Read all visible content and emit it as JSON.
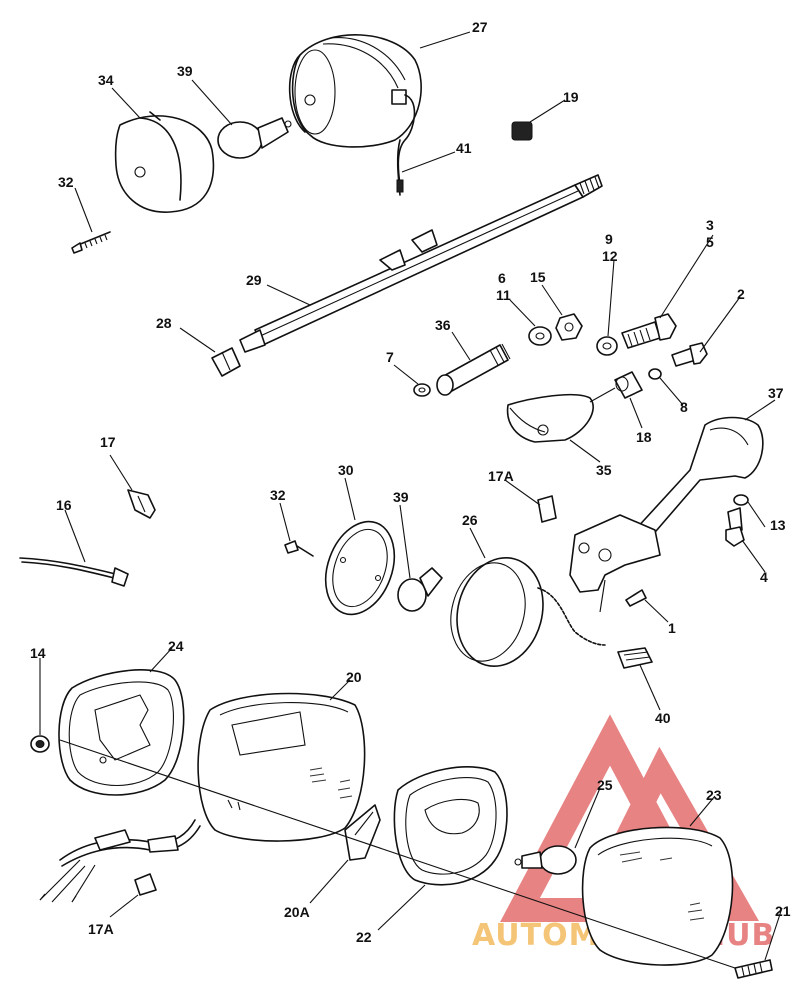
{
  "callouts": {
    "c27": "27",
    "c34": "34",
    "c39a": "39",
    "c19": "19",
    "c41": "41",
    "c32a": "32",
    "c3": "3",
    "c5": "5",
    "c9": "9",
    "c12": "12",
    "c6": "6",
    "c11": "11",
    "c15": "15",
    "c2": "2",
    "c29": "29",
    "c28": "28",
    "c36": "36",
    "c7": "7",
    "c8": "8",
    "c37": "37",
    "c18": "18",
    "c35": "35",
    "c17": "17",
    "c17a1": "17A",
    "c30": "30",
    "c32b": "32",
    "c39b": "39",
    "c26": "26",
    "c16": "16",
    "c13": "13",
    "c4": "4",
    "c1": "1",
    "c14": "14",
    "c24": "24",
    "c20": "20",
    "c40": "40",
    "c25": "25",
    "c23": "23",
    "c21": "21",
    "c20a": "20A",
    "c22": "22",
    "c17a2": "17A"
  },
  "watermark": {
    "text_left": "AUTOMOTO",
    "text_right": "HUB",
    "color": "#e05a5a"
  }
}
